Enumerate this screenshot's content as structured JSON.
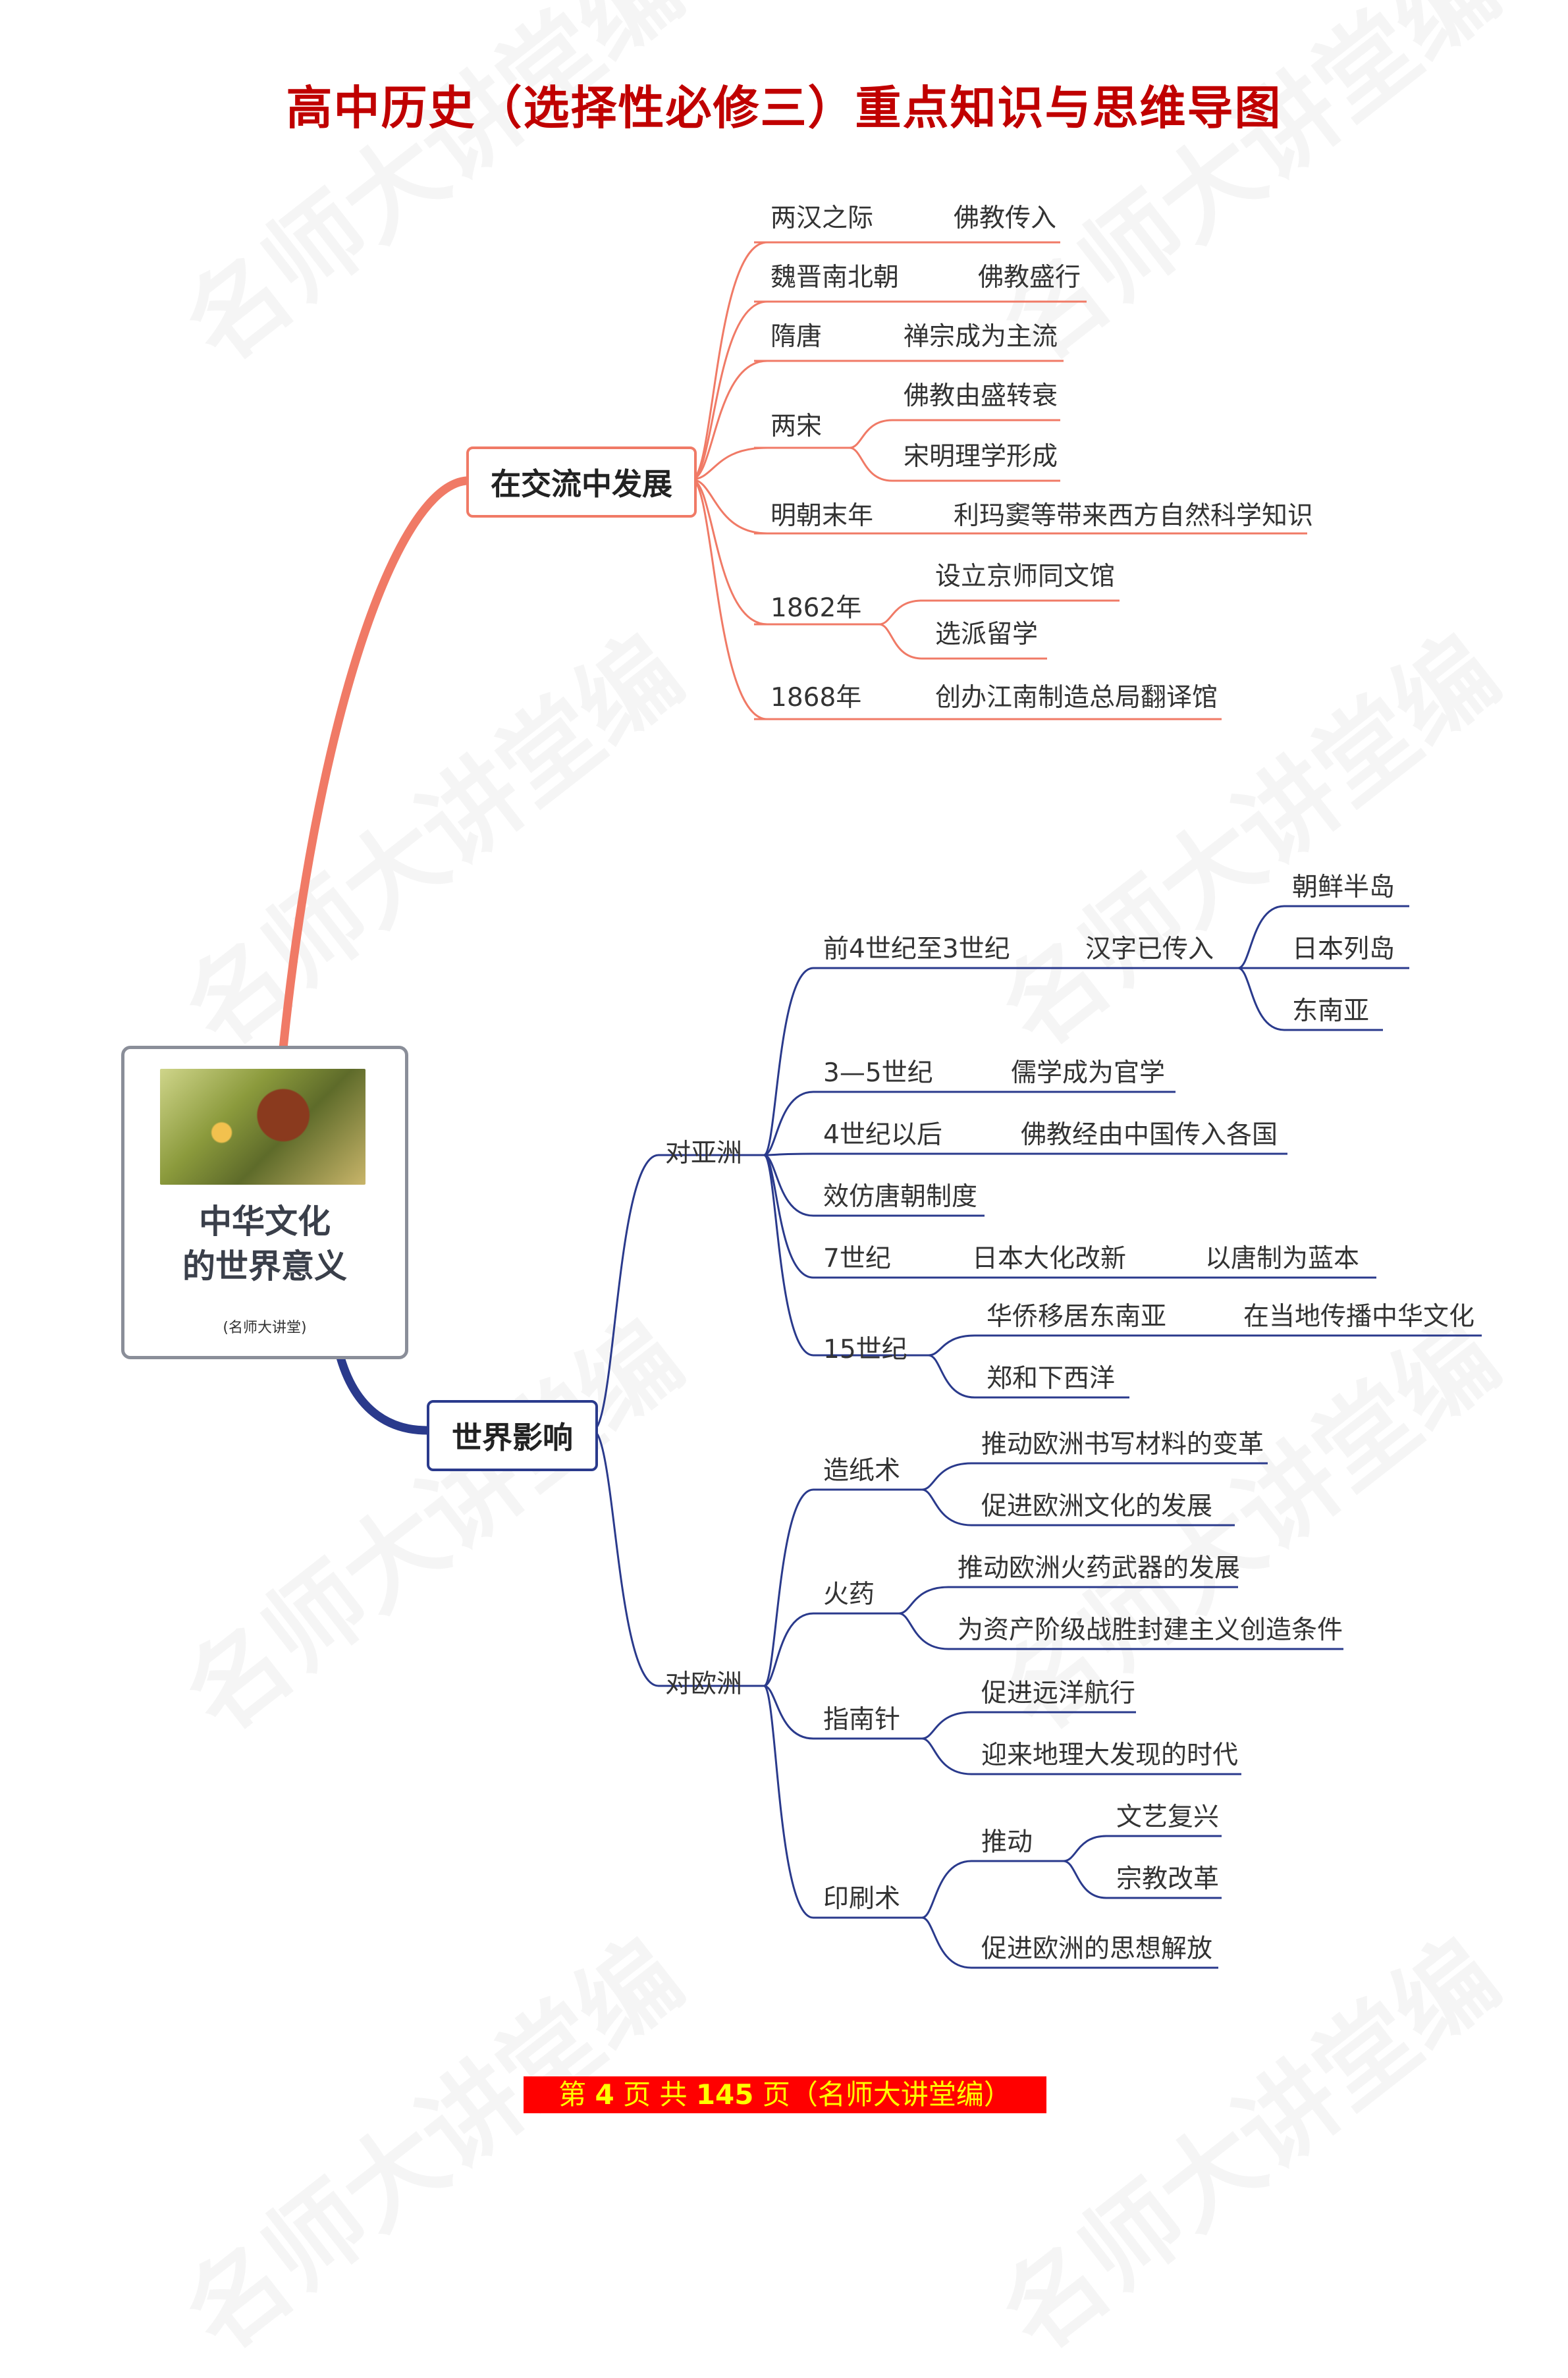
{
  "title": "高中历史（选择性必修三）重点知识与思维导图",
  "watermark": "名师大讲堂编",
  "center": {
    "line1": "中华文化",
    "line2": "的世界意义",
    "sub": "(名师大讲堂)"
  },
  "branch_exchange": {
    "label": "在交流中发展",
    "rows": {
      "han": "两汉之际",
      "han_to": "佛教传入",
      "wei": "魏晋南北朝",
      "wei_to": "佛教盛行",
      "sui": "隋唐",
      "sui_to": "禅宗成为主流",
      "song": "两宋",
      "song_a": "佛教由盛转衰",
      "song_b": "宋明理学形成",
      "ming": "明朝末年",
      "ming_to": "利玛窦等带来西方自然科学知识",
      "y1862": "1862年",
      "y1862_a": "设立京师同文馆",
      "y1862_b": "选派留学",
      "y1868": "1868年",
      "y1868_to": "创办江南制造总局翻译馆"
    }
  },
  "branch_world": {
    "label": "世界影响",
    "asia": {
      "label": "对亚洲",
      "c4": "前4世纪至3世纪",
      "c4_to": "汉字已传入",
      "c4_a": "朝鲜半岛",
      "c4_b": "日本列岛",
      "c4_c": "东南亚",
      "c35": "3—5世纪",
      "c35_to": "儒学成为官学",
      "c4after": "4世纪以后",
      "c4after_to": "佛教经由中国传入各国",
      "tang": "效仿唐朝制度",
      "c7": "7世纪",
      "c7_to": "日本大化改新",
      "c7_to2": "以唐制为蓝本",
      "c15": "15世纪",
      "c15_a": "华侨移居东南亚",
      "c15_a2": "在当地传播中华文化",
      "c15_b": "郑和下西洋"
    },
    "europe": {
      "label": "对欧洲",
      "paper": "造纸术",
      "paper_a": "推动欧洲书写材料的变革",
      "paper_b": "促进欧洲文化的发展",
      "powder": "火药",
      "powder_a": "推动欧洲火药武器的发展",
      "powder_b": "为资产阶级战胜封建主义创造条件",
      "compass": "指南针",
      "compass_a": "促进远洋航行",
      "compass_b": "迎来地理大发现的时代",
      "print": "印刷术",
      "print_push": "推动",
      "print_a": "文艺复兴",
      "print_b": "宗教改革",
      "print_c": "促进欧洲的思想解放"
    }
  },
  "footer": {
    "p1": "第",
    "cur": "4",
    "p2": "页 共",
    "total": "145",
    "p3": "页（名师大讲堂编）"
  },
  "colors": {
    "title": "#c00000",
    "exchange": "#f07a66",
    "world": "#2a3a8c",
    "footer_bg": "#ff0000",
    "footer_fg": "#ffff00"
  }
}
